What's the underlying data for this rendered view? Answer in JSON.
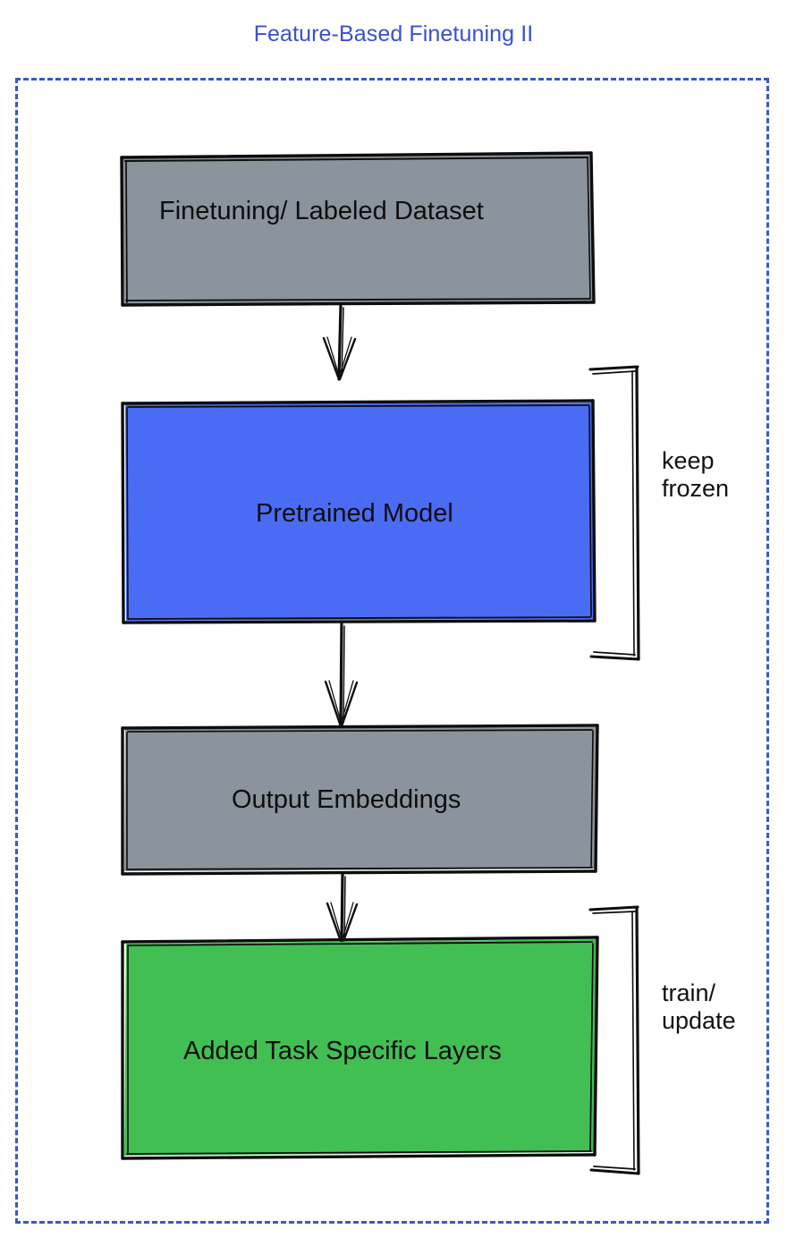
{
  "title": "Feature-Based Finetuning II",
  "colors": {
    "title": "#3b50cc",
    "frame_dash": "#3b58c9",
    "gray_fill": "#8b939c",
    "blue_fill": "#4a6cf5",
    "green_fill": "#41bf53",
    "stroke": "#0d0d0d",
    "text": "#0d0d0d"
  },
  "diagram": {
    "type": "flowchart",
    "direction": "top-to-bottom",
    "nodes": [
      {
        "id": "dataset",
        "label": "Finetuning/ Labeled Dataset",
        "fill": "#8b939c",
        "style": "hand-drawn-rectangle"
      },
      {
        "id": "pretrained-model",
        "label": "Pretrained Model",
        "fill": "#4a6cf5",
        "style": "hand-drawn-rectangle"
      },
      {
        "id": "output-embeddings",
        "label": "Output Embeddings",
        "fill": "#8b939c",
        "style": "hand-drawn-rectangle"
      },
      {
        "id": "task-layers",
        "label": "Added Task Specific Layers",
        "fill": "#41bf53",
        "style": "hand-drawn-rectangle"
      }
    ],
    "edges": [
      {
        "from": "dataset",
        "to": "pretrained-model",
        "style": "arrow"
      },
      {
        "from": "pretrained-model",
        "to": "output-embeddings",
        "style": "arrow"
      },
      {
        "from": "output-embeddings",
        "to": "task-layers",
        "style": "arrow"
      }
    ],
    "annotations": [
      {
        "id": "keep-frozen",
        "text": "keep\nfrozen",
        "target": "pretrained-model",
        "marker": "bracket-right"
      },
      {
        "id": "train-update",
        "text": "train/\nupdate",
        "target": "task-layers",
        "marker": "bracket-right"
      }
    ]
  }
}
